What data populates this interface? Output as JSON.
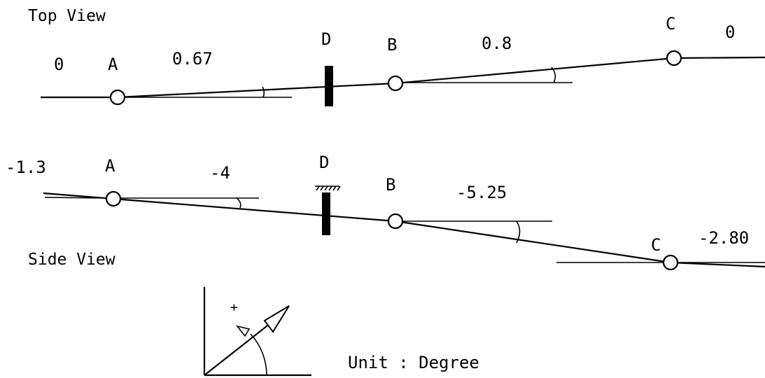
{
  "top_view": {
    "title": "Top View",
    "labels": {
      "left_angle": "0",
      "joint_a": "A",
      "angle_ab": "0.67",
      "support_d": "D",
      "joint_b": "B",
      "angle_bc": "0.8",
      "joint_c": "C",
      "right_angle": "0"
    }
  },
  "side_view": {
    "title": "Side View",
    "labels": {
      "left_angle": "-1.3",
      "joint_a": "A",
      "angle_ab": "-4",
      "support_d": "D",
      "joint_b": "B",
      "angle_bc": "-5.25",
      "joint_c": "C",
      "right_angle": "-2.80"
    }
  },
  "legend": {
    "sign": "+",
    "unit_text": "Unit : Degree"
  }
}
